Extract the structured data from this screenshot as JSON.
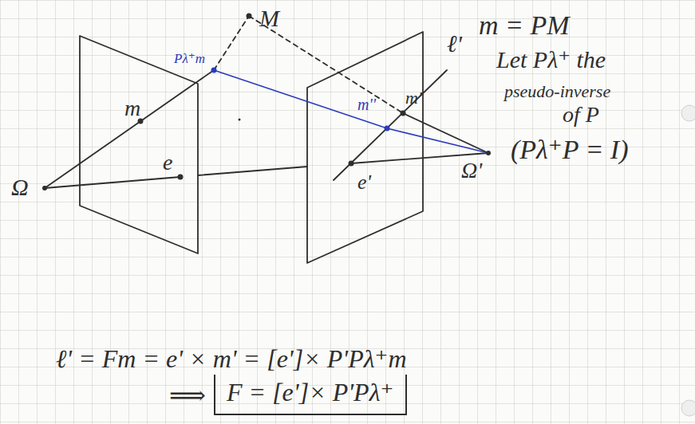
{
  "diagram": {
    "nodes": [
      {
        "text": [
          "F = [e']× P'Pλ⁺"
        ]
      }
    ],
    "labels": [
      "M",
      "Pλ⁺m",
      "m",
      "e",
      "Ω",
      "m''",
      "m'",
      "ℓ'",
      "e'",
      "Ω'",
      "m = PM",
      "Let Pλ⁺ the",
      "pseudo-inverse",
      "of P",
      "(Pλ⁺P = I)",
      "ℓ' = Fm = e' × m' = [e']× P'Pλ⁺m",
      "⟹"
    ]
  }
}
